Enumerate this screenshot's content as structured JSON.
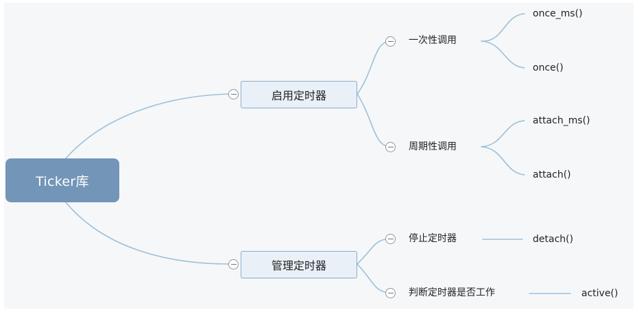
{
  "colors": {
    "root_fill": "#7395b8",
    "branch_fill": "#e9f0f8",
    "branch_border": "#8aaccc",
    "line": "#9cc0d7",
    "panel": "#f6f7f9"
  },
  "mindmap": {
    "root": {
      "label": "Ticker库"
    },
    "branches": [
      {
        "label": "启用定时器",
        "children": [
          {
            "label": "一次性调用",
            "leaves": [
              "once_ms()",
              "once()"
            ]
          },
          {
            "label": "周期性调用",
            "leaves": [
              "attach_ms()",
              "attach()"
            ]
          }
        ]
      },
      {
        "label": "管理定时器",
        "children": [
          {
            "label": "停止定时器",
            "leaves": [
              "detach()"
            ]
          },
          {
            "label": "判断定时器是否工作",
            "leaves": [
              "active()"
            ]
          }
        ]
      }
    ]
  },
  "icons": {
    "collapse": "collapse-minus-icon"
  }
}
